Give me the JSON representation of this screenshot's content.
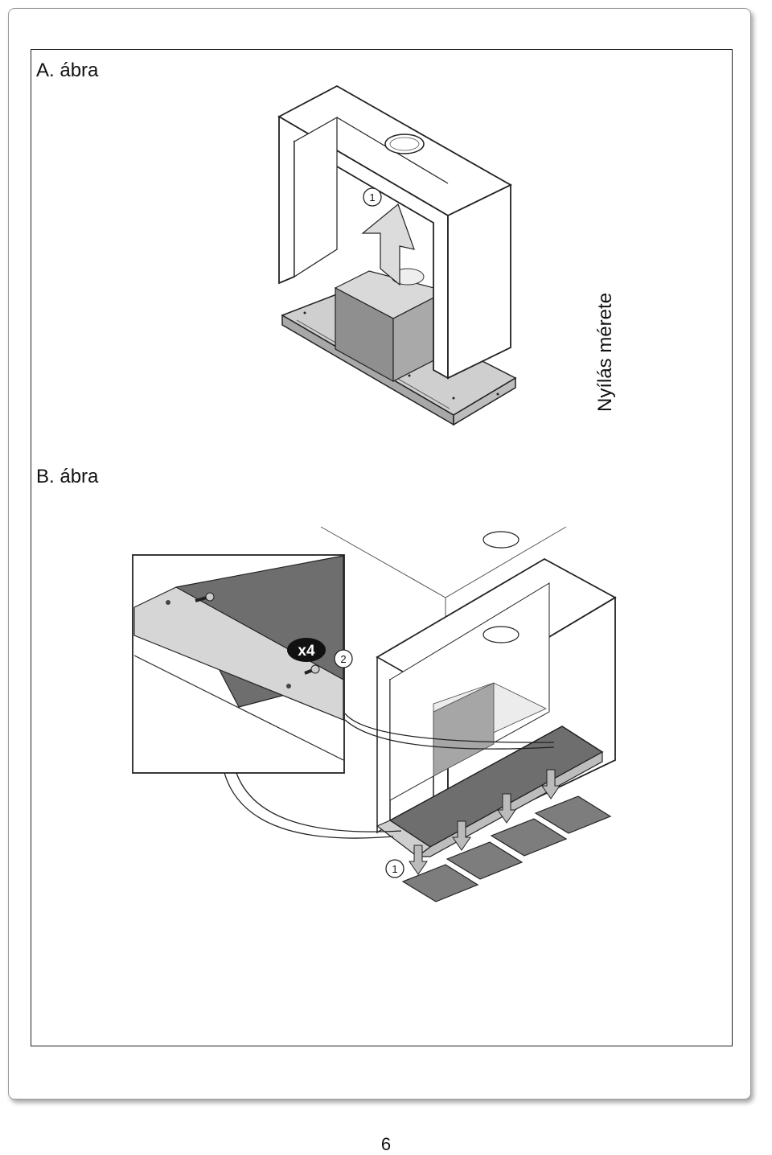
{
  "figures": {
    "a": {
      "label": "A. ábra",
      "side_caption": "Nyílás mérete",
      "callouts": [
        "1"
      ]
    },
    "b": {
      "label": "B. ábra",
      "quantity_badge": "x4",
      "callouts": [
        "2",
        "1"
      ]
    }
  },
  "page": {
    "number": "6"
  }
}
